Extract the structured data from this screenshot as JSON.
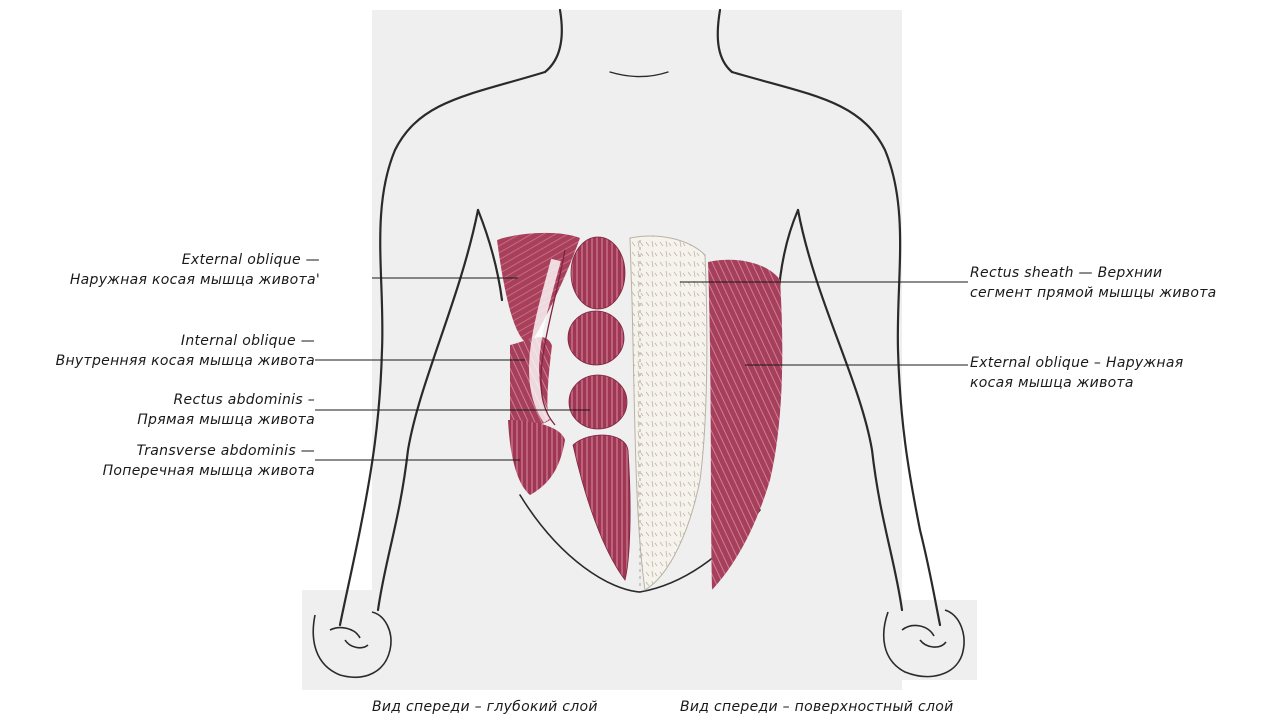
{
  "labels": {
    "left": [
      {
        "line1": "External oblique —",
        "line2": "Наружная  косая  мышца  живота'"
      },
      {
        "line1": "Internal oblique —",
        "line2": "Внутренняя  косая  мышца  живота"
      },
      {
        "line1": "Rectus  abdominis  –",
        "line2": "Прямая  мышца  живота"
      },
      {
        "line1": "Transverse abdominis —",
        "line2": "Поперечная   мышца  живота"
      }
    ],
    "right": [
      {
        "line1": "Rectus  sheath  —  Верхнии",
        "line2": "сегмент  прямой   мышцы  живота"
      },
      {
        "line1": "External  oblique  –  Наружная",
        "line2": "косая  мышца  живота"
      }
    ]
  },
  "captions": {
    "deep": "Вид  спереди  –  глубокий слой",
    "superficial": "Вид  спереди   –   поверхностный  слой"
  },
  "colors": {
    "muscle": "#a23a55",
    "muscle_dark": "#7d2440",
    "skin_bg": "#efefef",
    "outline": "#2a2a2a",
    "sheath": "#f4f1ea"
  }
}
